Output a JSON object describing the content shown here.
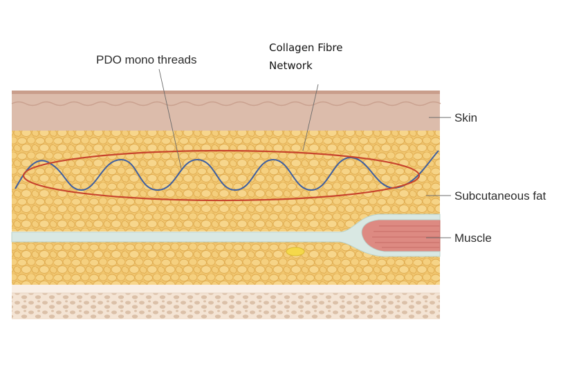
{
  "labels": {
    "pdo_threads": "PDO mono threads",
    "collagen_line1": "Collagen Fibre",
    "collagen_line2": "Network",
    "skin": "Skin",
    "subcutaneous_fat": "Subcutaneous fat",
    "muscle": "Muscle"
  },
  "colors": {
    "skin": "#dcbcab",
    "skin_edge": "#c99e8b",
    "fat": "#f1c66f",
    "fat_cell_edge": "#dfab50",
    "fascia": "#d9e8e3",
    "muscle": "#dd8a82",
    "muscle_fibre": "#c66c66",
    "deep_layer": "#f4e4d4",
    "deep_dot": "#dbc0a8",
    "thread": "#3e5fa1",
    "collagen_ellipse": "#c7432c",
    "nodule": "#f5d84a"
  }
}
